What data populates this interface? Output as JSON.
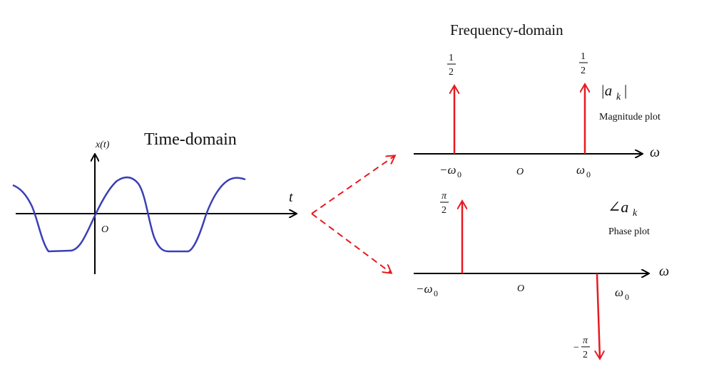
{
  "time_domain": {
    "title": "Time-domain",
    "y_axis_label": "x(t)",
    "x_axis_label": "t",
    "origin_label": "O",
    "signal_color": "#3b3fb5"
  },
  "frequency_domain": {
    "title": "Frequency-domain",
    "magnitude": {
      "symbol": "|a",
      "symbol_sub": "k",
      "symbol_close": "|",
      "caption": "Magnitude plot",
      "axis_label": "ω",
      "left_tick": "−ω",
      "left_tick_sub": "0",
      "origin": "O",
      "right_tick": "ω",
      "right_tick_sub": "0",
      "left_value_num": "1",
      "left_value_den": "2",
      "right_value_num": "1",
      "right_value_den": "2"
    },
    "phase": {
      "symbol": "∠a",
      "symbol_sub": "k",
      "caption": "Phase plot",
      "axis_label": "ω",
      "left_tick": "−ω",
      "left_tick_sub": "0",
      "origin": "O",
      "right_tick": "ω",
      "right_tick_sub": "0",
      "up_value_num": "π",
      "up_value_den": "2",
      "down_value_sign": "−",
      "down_value_num": "π",
      "down_value_den": "2"
    }
  },
  "colors": {
    "axis": "#000000",
    "impulse": "#e8191f",
    "signal": "#3b3fb5"
  }
}
